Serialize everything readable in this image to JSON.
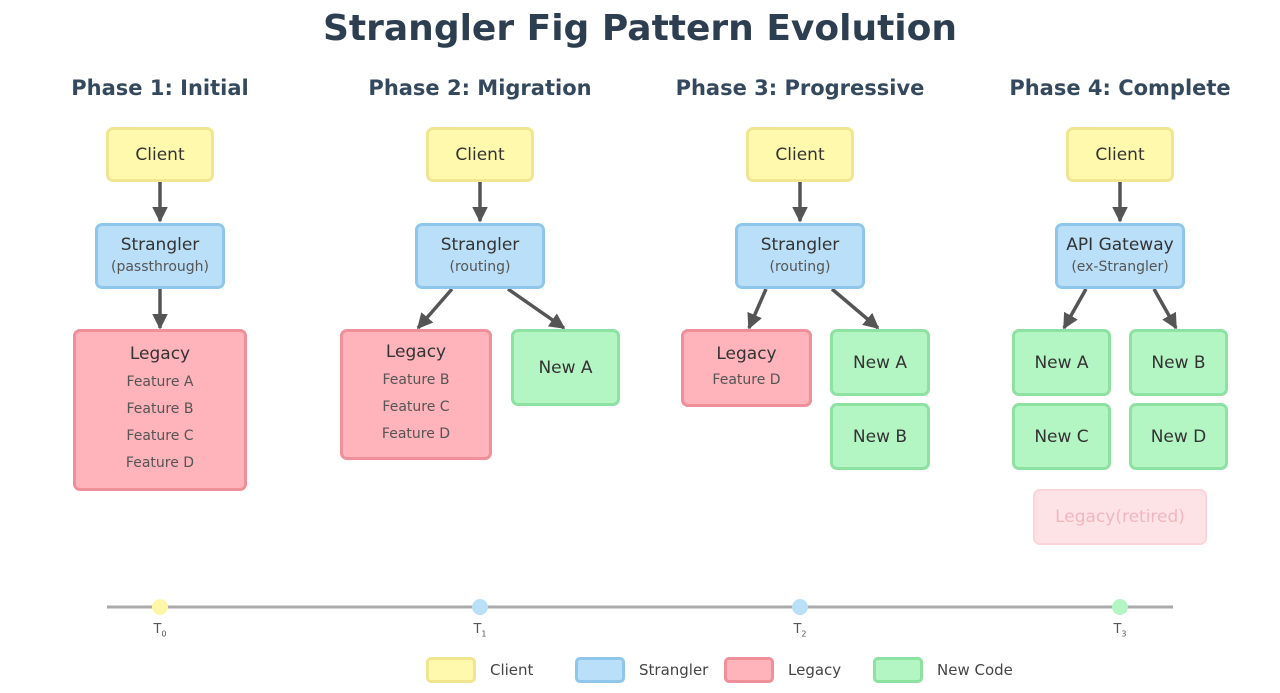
{
  "title": "Strangler Fig Pattern Evolution",
  "phases": [
    {
      "title": "Phase 1: Initial",
      "client": "Client",
      "strangler": {
        "label": "Strangler",
        "sub": "(passthrough)"
      },
      "legacy": {
        "label": "Legacy",
        "features": [
          "Feature A",
          "Feature B",
          "Feature C",
          "Feature D"
        ]
      }
    },
    {
      "title": "Phase 2: Migration",
      "client": "Client",
      "strangler": {
        "label": "Strangler",
        "sub": "(routing)"
      },
      "legacy": {
        "label": "Legacy",
        "features": [
          "Feature B",
          "Feature C",
          "Feature D"
        ]
      },
      "new": [
        "New A"
      ]
    },
    {
      "title": "Phase 3: Progressive",
      "client": "Client",
      "strangler": {
        "label": "Strangler",
        "sub": "(routing)"
      },
      "legacy": {
        "label": "Legacy",
        "features": [
          "Feature D"
        ]
      },
      "new": [
        "New A",
        "New B"
      ]
    },
    {
      "title": "Phase 4: Complete",
      "client": "Client",
      "strangler": {
        "label": "API Gateway",
        "sub": "(ex-Strangler)"
      },
      "new": [
        "New A",
        "New B",
        "New C",
        "New D"
      ],
      "retired": "Legacy(retired)"
    }
  ],
  "timeline": {
    "ticks": [
      {
        "label": "T",
        "sub": "0",
        "color": "#fff7a8"
      },
      {
        "label": "T",
        "sub": "1",
        "color": "#b9dff9"
      },
      {
        "label": "T",
        "sub": "2",
        "color": "#b9dff9"
      },
      {
        "label": "T",
        "sub": "3",
        "color": "#b4f5c4"
      }
    ]
  },
  "legend": [
    {
      "label": "Client",
      "fill": "#fff9ae",
      "border": "#f1e68f"
    },
    {
      "label": "Strangler",
      "fill": "#b9dff9",
      "border": "#8ec6ec"
    },
    {
      "label": "Legacy",
      "fill": "#ffb3ba",
      "border": "#ef8f99"
    },
    {
      "label": "New Code",
      "fill": "#b4f5c4",
      "border": "#8de2a1"
    }
  ],
  "colors": {
    "arrow": "#555555",
    "timeline": "#aaaaaa"
  }
}
